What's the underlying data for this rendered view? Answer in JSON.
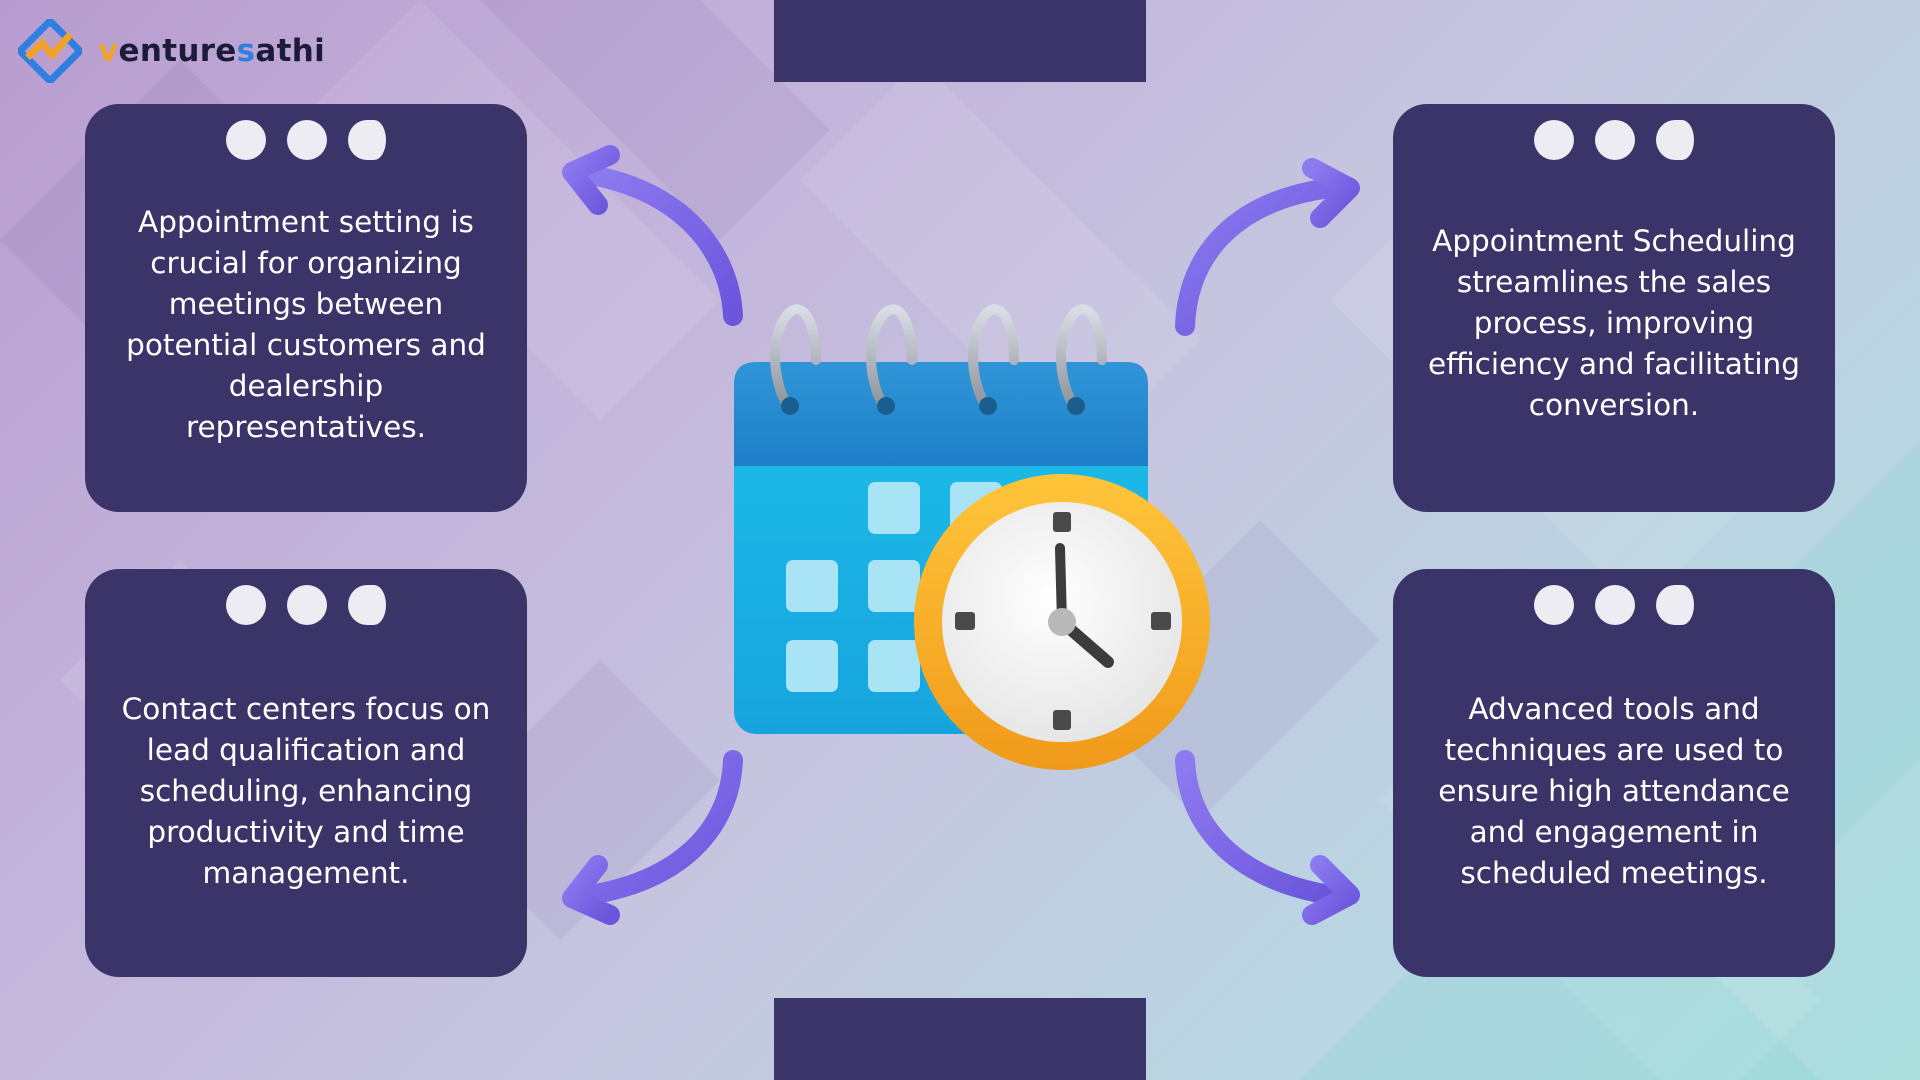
{
  "brand": {
    "name_prefix": "v",
    "name_middle": "enture",
    "name_accent": "s",
    "name_suffix": "athi",
    "icon": "venturesathi-logo-icon"
  },
  "colors": {
    "card_bg": "#3a3468",
    "arrow": "#7b67e6",
    "calendar_blue": "#1fb6e6",
    "clock_ring": "#f5b32a"
  },
  "cards": [
    {
      "text": "Appointment setting is crucial for organizing meetings between potential customers and dealership representatives."
    },
    {
      "text": "Appointment Scheduling streamlines the sales process, improving efficiency and facilitating conversion."
    },
    {
      "text": "Contact centers focus on lead qualification and scheduling, enhancing productivity and time management."
    },
    {
      "text": "Advanced tools and techniques are used to ensure high attendance and engagement in scheduled meetings."
    }
  ],
  "illustration": {
    "icon": "calendar-clock-icon"
  }
}
